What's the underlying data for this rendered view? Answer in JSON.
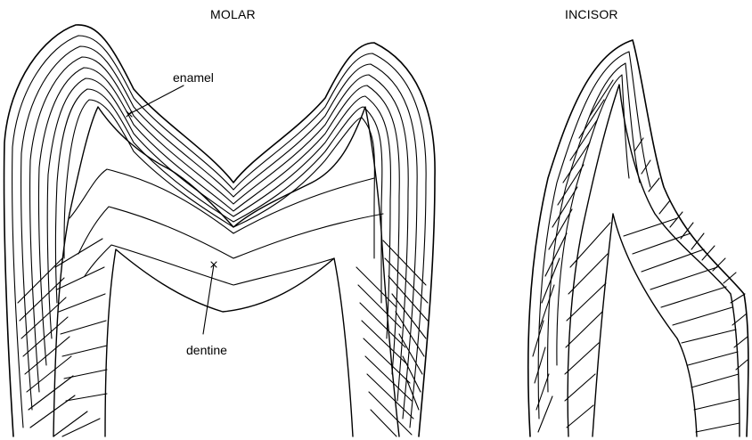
{
  "titles": {
    "molar": "MOLAR",
    "incisor": "INCISOR"
  },
  "labels": {
    "enamel": "enamel",
    "dentine": "dentine"
  },
  "colors": {
    "line": "#000000",
    "background": "#ffffff"
  }
}
